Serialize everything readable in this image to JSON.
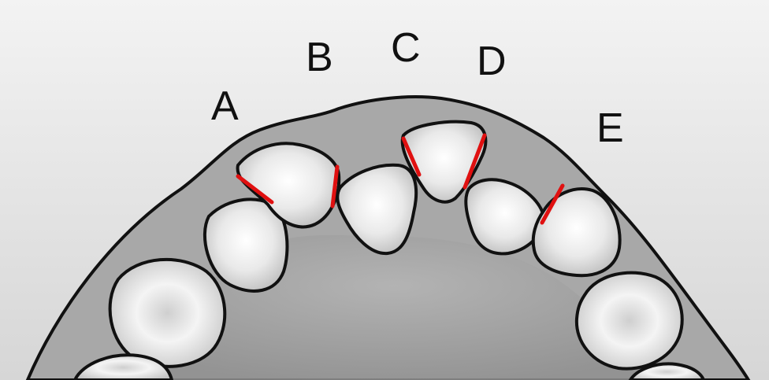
{
  "labels": {
    "a": "A",
    "b": "B",
    "c": "C",
    "d": "D",
    "e": "E"
  },
  "colors": {
    "background_top": "#f2f2f2",
    "background_bottom": "#d9d9d9",
    "gum": "#a9a9a9",
    "palate": "#9a9a9a",
    "tooth": "#f0f0f0",
    "outline": "#111111",
    "contact_line": "#e01010"
  }
}
